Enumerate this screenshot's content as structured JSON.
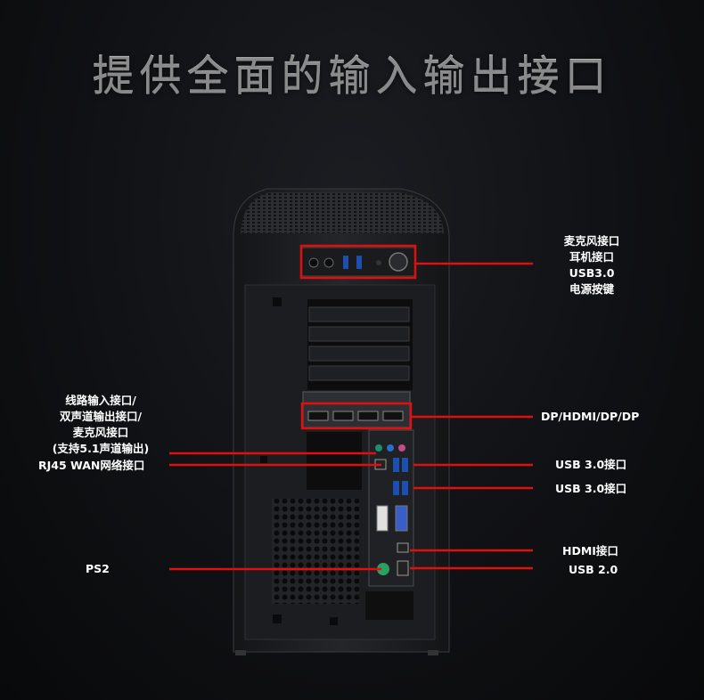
{
  "title": "提供全面的输入输出接口",
  "labels": {
    "front_panel": [
      "麦克风接口",
      "耳机接口",
      "USB3.0",
      "电源按键"
    ],
    "gpu": "DP/HDMI/DP/DP",
    "usb30_a": "USB 3.0接口",
    "usb30_b": "USB 3.0接口",
    "hdmi": "HDMI接口",
    "usb20": "USB 2.0",
    "audio": [
      "线路输入接口/",
      "双声道输出接口/",
      "麦克风接口",
      "(支持5.1声道输出)"
    ],
    "rj45": "RJ45 WAN网络接口",
    "ps2": "PS2"
  },
  "colors": {
    "callout_line": "#e01010",
    "case_body": "#1e1f22",
    "case_panel": "#2a2b2e"
  }
}
